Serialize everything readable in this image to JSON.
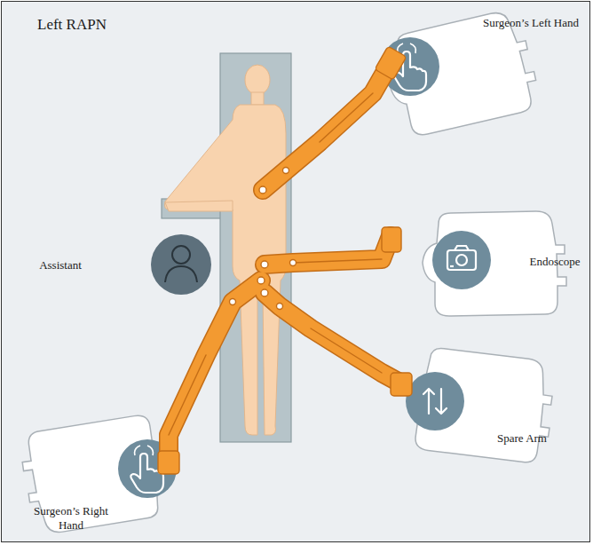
{
  "diagram": {
    "title": "Left RAPN",
    "labels": [
      "Surgeon’s Left Hand",
      "Assistant",
      "Endoscope",
      "Spare Arm",
      "Surgeon’s Right Hand"
    ]
  }
}
